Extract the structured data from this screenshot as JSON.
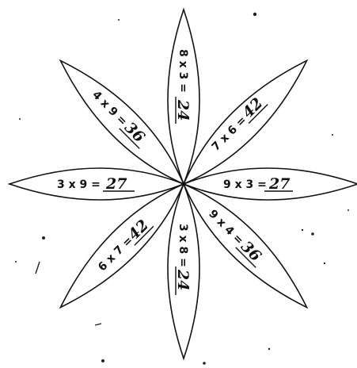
{
  "flower": {
    "petals": [
      {
        "id": "top",
        "equation": "8 x 3 =",
        "answer": "24"
      },
      {
        "id": "top-right",
        "equation": "7 x 6 =",
        "answer": "42"
      },
      {
        "id": "right",
        "equation": "9 x 3 =",
        "answer": "27"
      },
      {
        "id": "bottom-right",
        "equation": "9 x 4 =",
        "answer": "36"
      },
      {
        "id": "bottom",
        "equation": "3 x 8 =",
        "answer": "24"
      },
      {
        "id": "bottom-left",
        "equation": "6 x 7 =",
        "answer": "42"
      },
      {
        "id": "left",
        "equation": "3 x 9 =",
        "answer": "27"
      },
      {
        "id": "top-left",
        "equation": "4 x 9 =",
        "answer": "36"
      }
    ]
  },
  "colors": {
    "ink": "#111111",
    "paper": "#ffffff"
  }
}
